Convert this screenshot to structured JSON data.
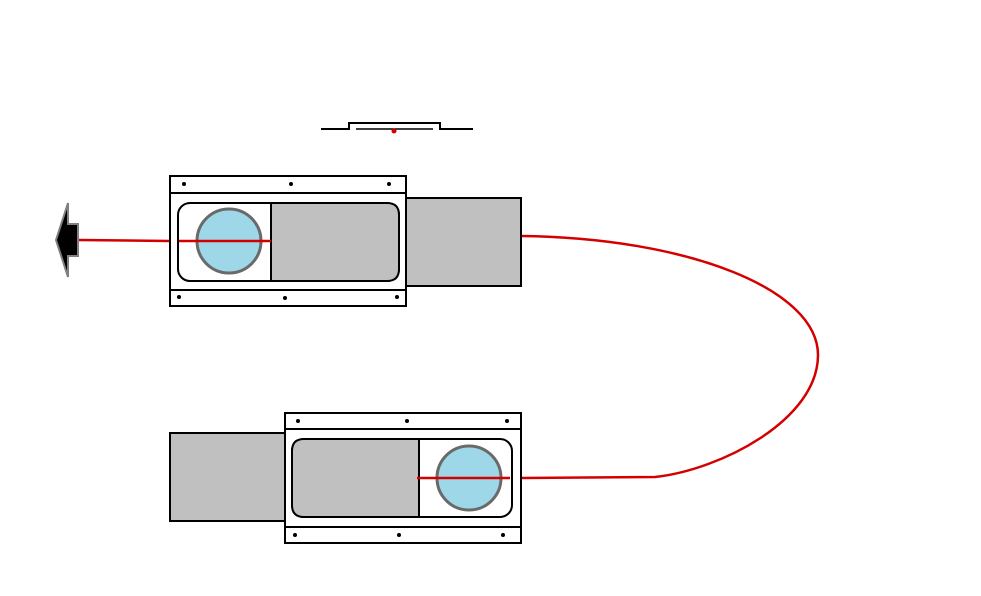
{
  "colors": {
    "background": "#ffffff",
    "outline": "#000000",
    "fiber": "#d40000",
    "housing_fill": "#c0c0c0",
    "lens_fill": "#9ed8e8",
    "lens_stroke": "#6a6a6a",
    "arrow_fill": "#000000",
    "arrow_stroke": "#808080"
  },
  "components": [
    {
      "name": "coupler-top",
      "type": "fiber-coupler",
      "orientation": "lens-left"
    },
    {
      "name": "coupler-bottom",
      "type": "fiber-coupler",
      "orientation": "lens-right"
    }
  ],
  "annotations": {
    "arrow_icon": "left-arrow-icon",
    "mount_icon": "flat-mount-icon"
  }
}
